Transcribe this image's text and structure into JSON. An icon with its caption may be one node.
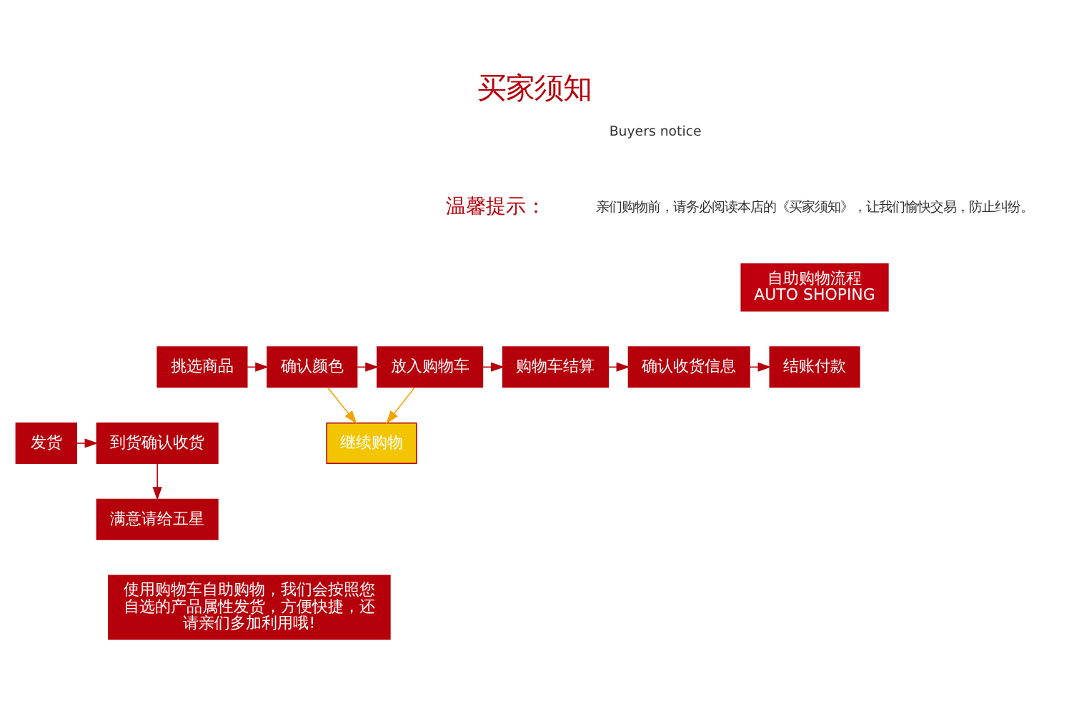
{
  "diagram": {
    "title": "买家须知",
    "nodes": [
      {
        "text": [
          "自助购物流程",
          "AUTO SHOPING"
        ]
      },
      {
        "text": [
          "挑选商品"
        ]
      },
      {
        "text": [
          "确认颜色"
        ]
      },
      {
        "text": [
          "放入购物车"
        ]
      },
      {
        "text": [
          "购物车结算"
        ]
      },
      {
        "text": [
          "确认收货信息"
        ]
      },
      {
        "text": [
          "结账付款"
        ]
      },
      {
        "text": [
          "继续购物"
        ]
      },
      {
        "text": [
          "到货确认收货"
        ]
      },
      {
        "text": [
          "发货"
        ]
      },
      {
        "text": [
          "满意请给五星"
        ]
      },
      {
        "text": [
          "使用购物车自助购物，我们会按照您自选的产品属性发货，方便快捷，还请亲们多加利用哦!"
        ]
      }
    ],
    "edges": [
      {
        "from": 1,
        "to": 2,
        "arrow": "to"
      },
      {
        "from": 2,
        "to": 3,
        "arrow": "to"
      },
      {
        "from": 3,
        "to": 4,
        "arrow": "to"
      },
      {
        "from": 4,
        "to": 5,
        "arrow": "to"
      },
      {
        "from": 5,
        "to": 6,
        "arrow": "to"
      },
      {
        "from": 2,
        "to": 7,
        "arrow": "to",
        "color": "#f2a400"
      },
      {
        "from": 3,
        "to": 7,
        "arrow": "to",
        "color": "#f2a400"
      },
      {
        "from": 9,
        "to": 8,
        "arrow": "to"
      },
      {
        "from": 8,
        "to": 10,
        "arrow": "to"
      }
    ],
    "labels": [
      "Buyers notice",
      "温馨提示：",
      "亲们购物前，请务必阅读本店的《买家须知》，让我们愉快交易，防止纠纷。"
    ]
  }
}
